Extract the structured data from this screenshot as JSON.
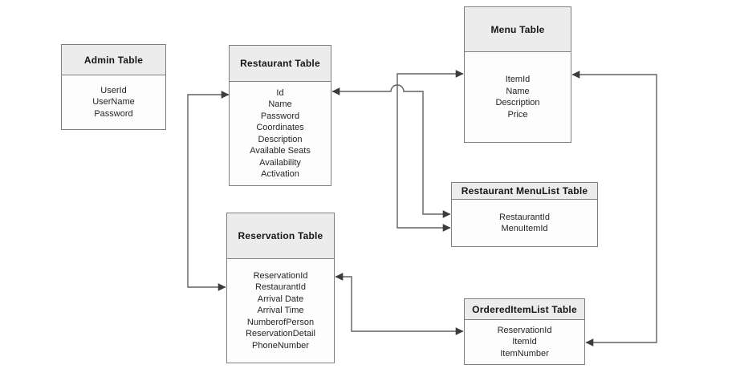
{
  "diagram": {
    "kind": "database-schema",
    "background": "#ffffff",
    "colors": {
      "table_border": "#7f7f7f",
      "table_header_fill": "#ececec",
      "table_body_fill": "#fdfdfd",
      "connector_line": "#606060",
      "arrowhead": "#3c3c3c",
      "text": "#242424"
    },
    "tables": [
      {
        "id": "admin",
        "title": "Admin Table",
        "fields": [
          "UserId",
          "UserName",
          "Password"
        ]
      },
      {
        "id": "restaurant",
        "title": "Restaurant Table",
        "fields": [
          "Id",
          "Name",
          "Password",
          "Coordinates",
          "Description",
          "Available Seats",
          "Availability",
          "Activation"
        ]
      },
      {
        "id": "menu",
        "title": "Menu Table",
        "fields": [
          "ItemId",
          "Name",
          "Description",
          "Price"
        ]
      },
      {
        "id": "menulist",
        "title": "Restaurant MenuList Table",
        "fields": [
          "RestaurantId",
          "MenuItemId"
        ]
      },
      {
        "id": "reservation",
        "title": "Reservation Table",
        "fields": [
          "ReservationId",
          "RestaurantId",
          "Arrival Date",
          "Arrival Time",
          "NumberofPerson",
          "ReservationDetail",
          "PhoneNumber"
        ]
      },
      {
        "id": "ordereditemlist",
        "title": "OrderedItemList Table",
        "fields": [
          "ReservationId",
          "ItemId",
          "ItemNumber"
        ]
      }
    ],
    "connectors": [
      {
        "between": [
          "Restaurant Table",
          "Reservation Table"
        ],
        "arrow_ends": "both"
      },
      {
        "between": [
          "Restaurant Table",
          "Restaurant MenuList Table"
        ],
        "arrow_ends": "both"
      },
      {
        "between": [
          "Menu Table",
          "Restaurant MenuList Table"
        ],
        "arrow_ends": "both"
      },
      {
        "between": [
          "Reservation Table",
          "OrderedItemList Table"
        ],
        "arrow_ends": "both"
      },
      {
        "between": [
          "Menu Table",
          "OrderedItemList Table"
        ],
        "arrow_ends": "both"
      }
    ]
  }
}
